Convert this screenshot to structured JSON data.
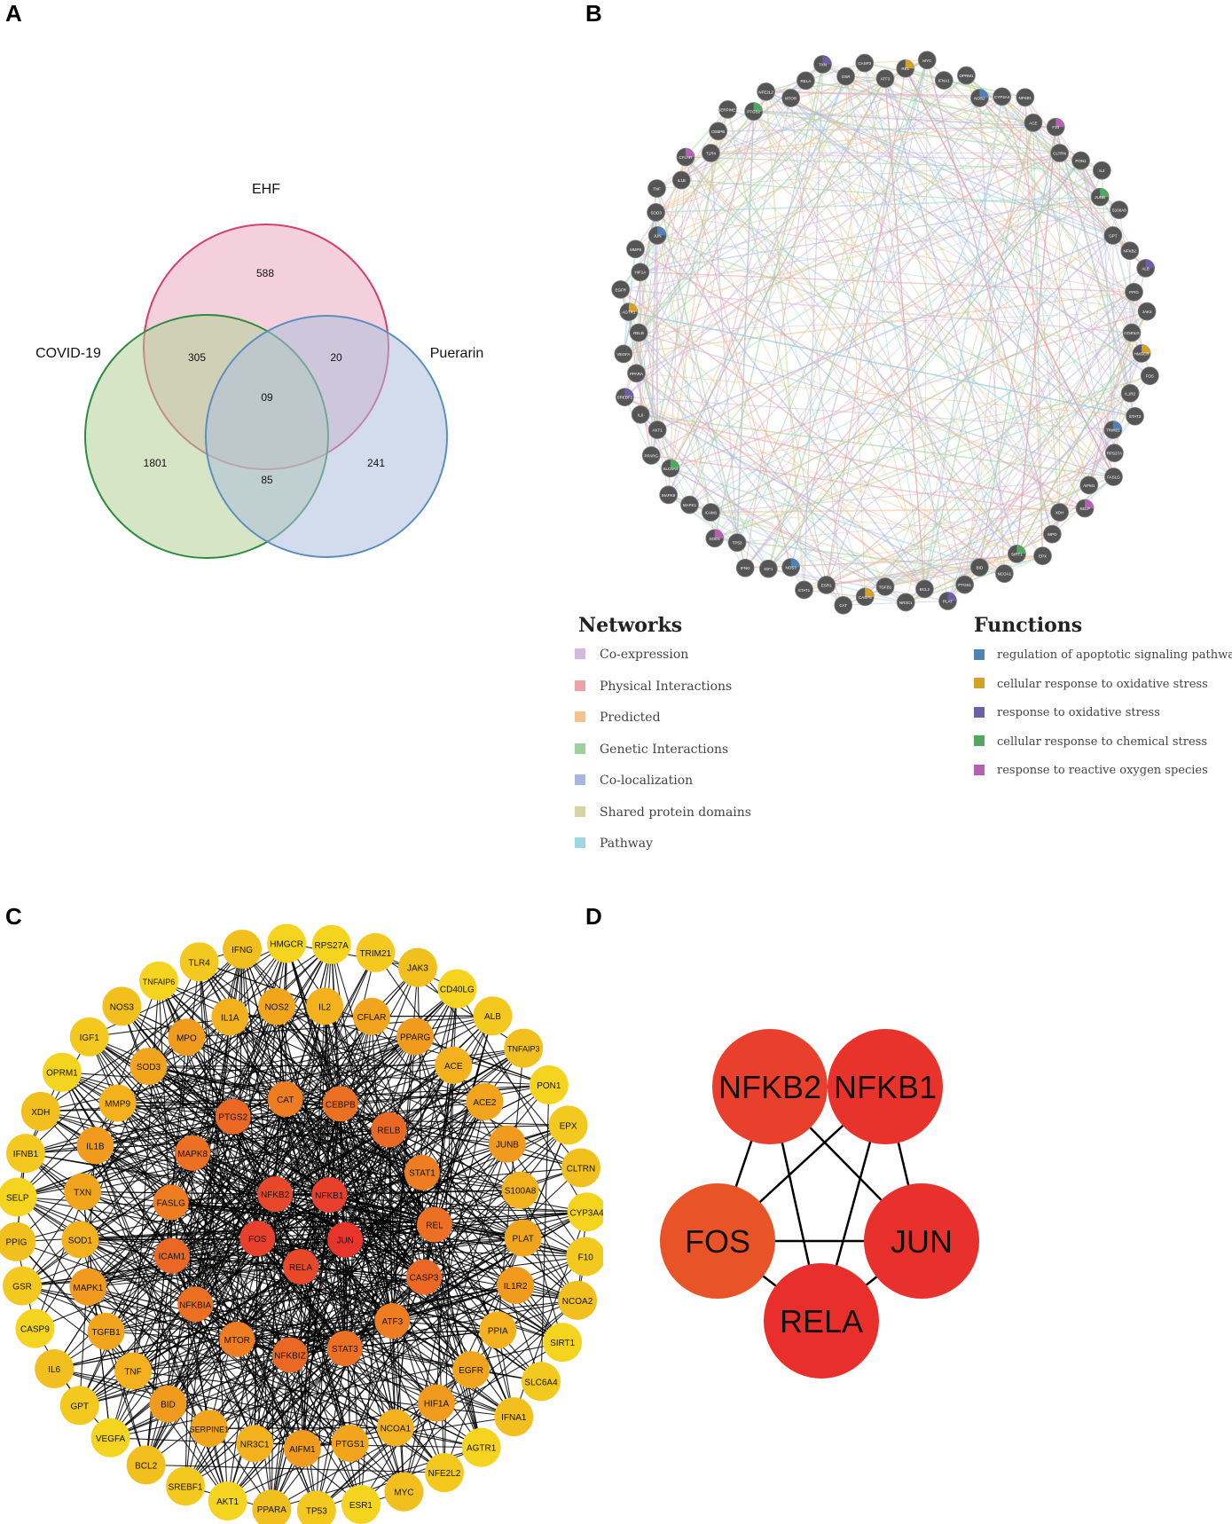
{
  "panels": {
    "a": "A",
    "b": "B",
    "c": "C",
    "d": "D"
  },
  "venn": {
    "sets": [
      {
        "label": "EHF",
        "color": "#d63c6e",
        "fill": "#e9a9bd"
      },
      {
        "label": "COVID-19",
        "color": "#2e8b3e",
        "fill": "#b2cf98"
      },
      {
        "label": "Puerarin",
        "color": "#5b8fc0",
        "fill": "#aebfdc"
      }
    ],
    "regions": {
      "ehf_only": "588",
      "covid_ehf": "305",
      "ehf_puerarin": "20",
      "all": "09",
      "covid_only": "1801",
      "covid_puerarin": "85",
      "puerarin_only": "241"
    }
  },
  "genemania": {
    "nodes": [
      "ATF3",
      "REL",
      "MYC",
      "IFNA1",
      "OPRM1",
      "NOS2",
      "CYP3A4",
      "NFKB1",
      "ACE",
      "F10",
      "CLTRN",
      "PON1",
      "IL2",
      "JUNB",
      "S100A8",
      "GPT",
      "NFKB2",
      "ALB",
      "PPIG",
      "JAK3",
      "CD40LG",
      "HMGCR",
      "FOS",
      "IL1R2",
      "STAT3",
      "TRIM21",
      "RPS27A",
      "FASLG",
      "AIFM1",
      "SELP",
      "XDH",
      "MPO",
      "EPX",
      "SIRT1",
      "NCOA1",
      "BID",
      "PTGS1",
      "PLAT",
      "BCL2",
      "NR3C1",
      "TGFB1",
      "CASP9",
      "CAT",
      "ESR1",
      "STAT1",
      "NOS3",
      "IGF1",
      "IFNG",
      "TP53",
      "SOD1",
      "ICAM1",
      "MAPK1",
      "MAPK8",
      "SLC6A4",
      "PPARG",
      "AKT1",
      "IL6",
      "SREBF1",
      "PPARA",
      "VEGFA",
      "RELB",
      "AGTR1",
      "EGFR",
      "HIF1A",
      "MMP9",
      "JUN",
      "SOD3",
      "TNF",
      "IL1B",
      "CFLAR",
      "TLR4",
      "CEBPB",
      "SERPINE1",
      "PTGS2",
      "NFE2L2",
      "MTOR",
      "RELA",
      "TXN",
      "GSR",
      "CASP3"
    ],
    "networks_title": "Networks",
    "networks": [
      {
        "label": "Co-expression",
        "color": "#d3b9e0"
      },
      {
        "label": "Physical Interactions",
        "color": "#eca3a8"
      },
      {
        "label": "Predicted",
        "color": "#f4c28f"
      },
      {
        "label": "Genetic Interactions",
        "color": "#9dd29a"
      },
      {
        "label": "Co-localization",
        "color": "#a9b5e2"
      },
      {
        "label": "Shared protein domains",
        "color": "#d8d3a0"
      },
      {
        "label": "Pathway",
        "color": "#9fd6df"
      }
    ],
    "functions_title": "Functions",
    "functions": [
      {
        "label": "regulation of apoptotic signaling pathway",
        "color": "#4f81b5"
      },
      {
        "label": "cellular response to oxidative stress",
        "color": "#d4a227"
      },
      {
        "label": "response to oxidative stress",
        "color": "#6f5fa6"
      },
      {
        "label": "cellular response to chemical stress",
        "color": "#52a860"
      },
      {
        "label": "response to reactive oxygen species",
        "color": "#b561b2"
      }
    ]
  },
  "ppi": {
    "outer": [
      "RPS27A",
      "TRIM21",
      "JAK3",
      "CD40LG",
      "ALB",
      "TNFAIP3",
      "PON1",
      "EPX",
      "CLTRN",
      "CYP3A4",
      "F10",
      "NCOA2",
      "SIRT1",
      "SLC6A4",
      "IFNA1",
      "AGTR1",
      "NFE2L2",
      "MYC",
      "ESR1",
      "TP53",
      "PPARA",
      "AKT1",
      "SREBF1",
      "BCL2",
      "VEGFA",
      "GPT",
      "IL6",
      "CASP9",
      "GSR",
      "PPIG",
      "SELP",
      "IFNB1",
      "XDH",
      "OPRM1",
      "IGF1",
      "NOS3",
      "TNFAIP6",
      "TLR4",
      "IFNG",
      "HMGCR"
    ],
    "middle": [
      "IL2",
      "CFLAR",
      "PPARG",
      "ACE",
      "ACE2",
      "JUNB",
      "S100A8",
      "PLAT",
      "IL1R2",
      "PPIA",
      "EGFR",
      "HIF1A",
      "NCOA1",
      "PTGS1",
      "AIFM1",
      "NR3C1",
      "SERPINE1",
      "BID",
      "TNF",
      "TGFB1",
      "MAPK1",
      "SOD1",
      "TXN",
      "IL1B",
      "MMP9",
      "SOD3",
      "MPO",
      "IL1A",
      "NOS2"
    ],
    "inner": [
      "CAT",
      "CEBPB",
      "RELB",
      "STAT1",
      "REL",
      "CASP3",
      "ATF3",
      "STAT3",
      "NFKBIZ",
      "MTOR",
      "NFKBIA",
      "ICAM1",
      "FASLG",
      "MAPK8",
      "PTGS2"
    ],
    "core": [
      "NFKB2",
      "NFKB1",
      "JUN",
      "RELA",
      "FOS"
    ]
  },
  "hub": {
    "nodes": [
      {
        "label": "NFKB2",
        "color": "#e8402c"
      },
      {
        "label": "NFKB1",
        "color": "#e8332c"
      },
      {
        "label": "JUN",
        "color": "#e8302c"
      },
      {
        "label": "RELA",
        "color": "#e82f2c"
      },
      {
        "label": "FOS",
        "color": "#e85327"
      }
    ]
  }
}
